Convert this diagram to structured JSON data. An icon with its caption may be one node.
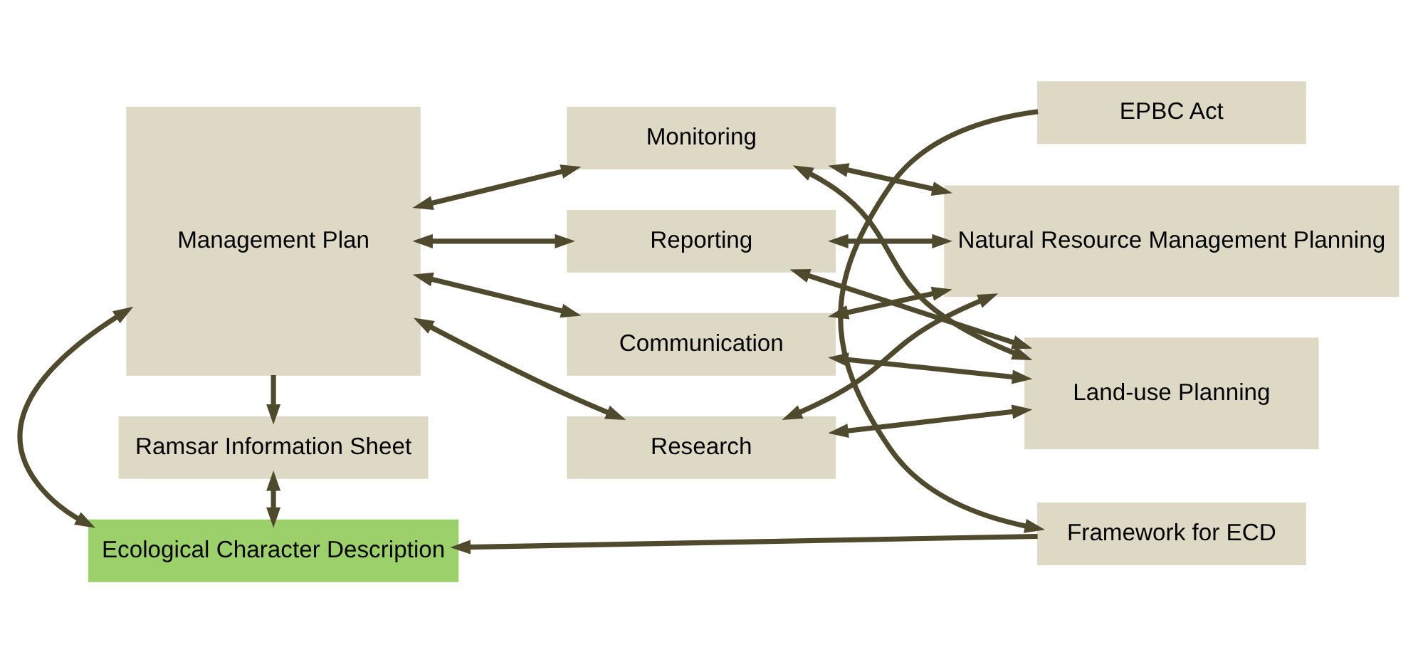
{
  "diagram": {
    "nodes": [
      {
        "text": [
          "Ramsar Information Sheet"
        ]
      },
      {
        "text": [
          "EPBC Act"
        ]
      },
      {
        "text": [
          "Ecological Character Description"
        ]
      },
      {
        "text": [
          "Framework for ECD"
        ]
      },
      {
        "text": [
          "Management Plan"
        ]
      },
      {
        "text": [
          "Monitoring"
        ]
      },
      {
        "text": [
          "Reporting"
        ]
      },
      {
        "text": [
          "Communication"
        ]
      },
      {
        "text": [
          "Research"
        ]
      },
      {
        "text": [
          "Natural Resource Management Planning"
        ]
      },
      {
        "text": [
          "Land-use Planning"
        ]
      }
    ],
    "edges": [
      {
        "from": 4,
        "to": 0,
        "arrow": "to"
      },
      {
        "from": 0,
        "to": 2,
        "arrow": "both"
      },
      {
        "from": 1,
        "to": 3,
        "arrow": "to"
      },
      {
        "from": 3,
        "to": 2,
        "arrow": "to"
      },
      {
        "from": 2,
        "to": 4,
        "arrow": "both"
      },
      {
        "from": 4,
        "to": 5,
        "arrow": "both"
      },
      {
        "from": 4,
        "to": 6,
        "arrow": "both"
      },
      {
        "from": 4,
        "to": 7,
        "arrow": "both"
      },
      {
        "from": 4,
        "to": 8,
        "arrow": "both"
      },
      {
        "from": 5,
        "to": 9,
        "arrow": "both"
      },
      {
        "from": 5,
        "to": 10,
        "arrow": "both"
      },
      {
        "from": 6,
        "to": 9,
        "arrow": "both"
      },
      {
        "from": 6,
        "to": 10,
        "arrow": "both"
      },
      {
        "from": 7,
        "to": 9,
        "arrow": "both"
      },
      {
        "from": 7,
        "to": 10,
        "arrow": "both"
      },
      {
        "from": 8,
        "to": 9,
        "arrow": "both"
      },
      {
        "from": 8,
        "to": 10,
        "arrow": "both"
      }
    ]
  }
}
